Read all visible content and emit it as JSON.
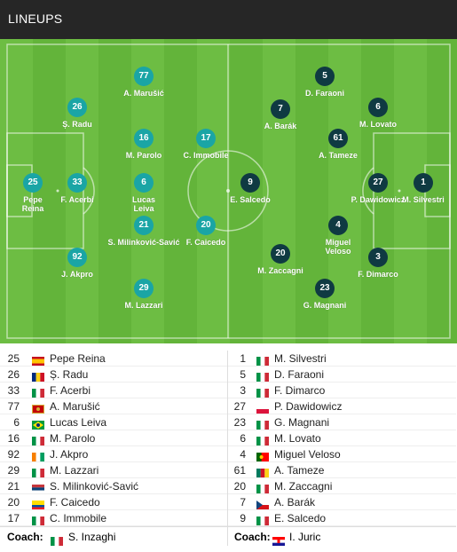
{
  "header": {
    "title": "LINEUPS"
  },
  "colors": {
    "home": "#1aa5a5",
    "away": "#0f3a42",
    "header_bg": "#262626",
    "pitch_light": "#6dbd43",
    "pitch_dark": "#63b43a"
  },
  "pitch": {
    "home": [
      {
        "num": "25",
        "name": "Pepe\nReina"
      },
      {
        "num": "26",
        "name": "Ș. Radu"
      },
      {
        "num": "33",
        "name": "F. Acerbi"
      },
      {
        "num": "92",
        "name": "J. Akpro"
      },
      {
        "num": "77",
        "name": "A. Marušić"
      },
      {
        "num": "16",
        "name": "M. Parolo"
      },
      {
        "num": "6",
        "name": "Lucas\nLeiva"
      },
      {
        "num": "21",
        "name": "S. Milinković-Savić"
      },
      {
        "num": "29",
        "name": "M. Lazzari"
      },
      {
        "num": "17",
        "name": "C. Immobile"
      },
      {
        "num": "20",
        "name": "F. Caicedo"
      }
    ],
    "away": [
      {
        "num": "1",
        "name": "M. Silvestri"
      },
      {
        "num": "27",
        "name": "P. Dawidowicz"
      },
      {
        "num": "6",
        "name": "M. Lovato"
      },
      {
        "num": "3",
        "name": "F. Dimarco"
      },
      {
        "num": "5",
        "name": "D. Faraoni"
      },
      {
        "num": "61",
        "name": "A. Tameze"
      },
      {
        "num": "4",
        "name": "Miguel\nVeloso"
      },
      {
        "num": "23",
        "name": "G. Magnani"
      },
      {
        "num": "7",
        "name": "A. Barák"
      },
      {
        "num": "20",
        "name": "M. Zaccagni"
      },
      {
        "num": "9",
        "name": "E. Salcedo"
      }
    ]
  },
  "list": {
    "home": [
      {
        "num": "25",
        "flag": "es",
        "name": "Pepe Reina"
      },
      {
        "num": "26",
        "flag": "ro",
        "name": "Ș. Radu"
      },
      {
        "num": "33",
        "flag": "it",
        "name": "F. Acerbi"
      },
      {
        "num": "77",
        "flag": "me",
        "name": "A. Marušić"
      },
      {
        "num": "6",
        "flag": "br",
        "name": "Lucas Leiva"
      },
      {
        "num": "16",
        "flag": "it",
        "name": "M. Parolo"
      },
      {
        "num": "92",
        "flag": "ci",
        "name": "J. Akpro"
      },
      {
        "num": "29",
        "flag": "it",
        "name": "M. Lazzari"
      },
      {
        "num": "21",
        "flag": "rs",
        "name": "S. Milinković-Savić"
      },
      {
        "num": "20",
        "flag": "ec",
        "name": "F. Caicedo"
      },
      {
        "num": "17",
        "flag": "it",
        "name": "C. Immobile"
      }
    ],
    "away": [
      {
        "num": "1",
        "flag": "it",
        "name": "M. Silvestri"
      },
      {
        "num": "5",
        "flag": "it",
        "name": "D. Faraoni"
      },
      {
        "num": "3",
        "flag": "it",
        "name": "F. Dimarco"
      },
      {
        "num": "27",
        "flag": "pl",
        "name": "P. Dawidowicz"
      },
      {
        "num": "23",
        "flag": "it",
        "name": "G. Magnani"
      },
      {
        "num": "6",
        "flag": "it",
        "name": "M. Lovato"
      },
      {
        "num": "4",
        "flag": "pt",
        "name": "Miguel Veloso"
      },
      {
        "num": "61",
        "flag": "cm",
        "name": "A. Tameze"
      },
      {
        "num": "20",
        "flag": "it",
        "name": "M. Zaccagni"
      },
      {
        "num": "7",
        "flag": "cz",
        "name": "A. Barák"
      },
      {
        "num": "9",
        "flag": "it",
        "name": "E. Salcedo"
      }
    ],
    "coach_label": "Coach:",
    "home_coach": {
      "flag": "it",
      "name": "S. Inzaghi"
    },
    "away_coach": {
      "flag": "hr",
      "name": "I. Juric"
    }
  }
}
